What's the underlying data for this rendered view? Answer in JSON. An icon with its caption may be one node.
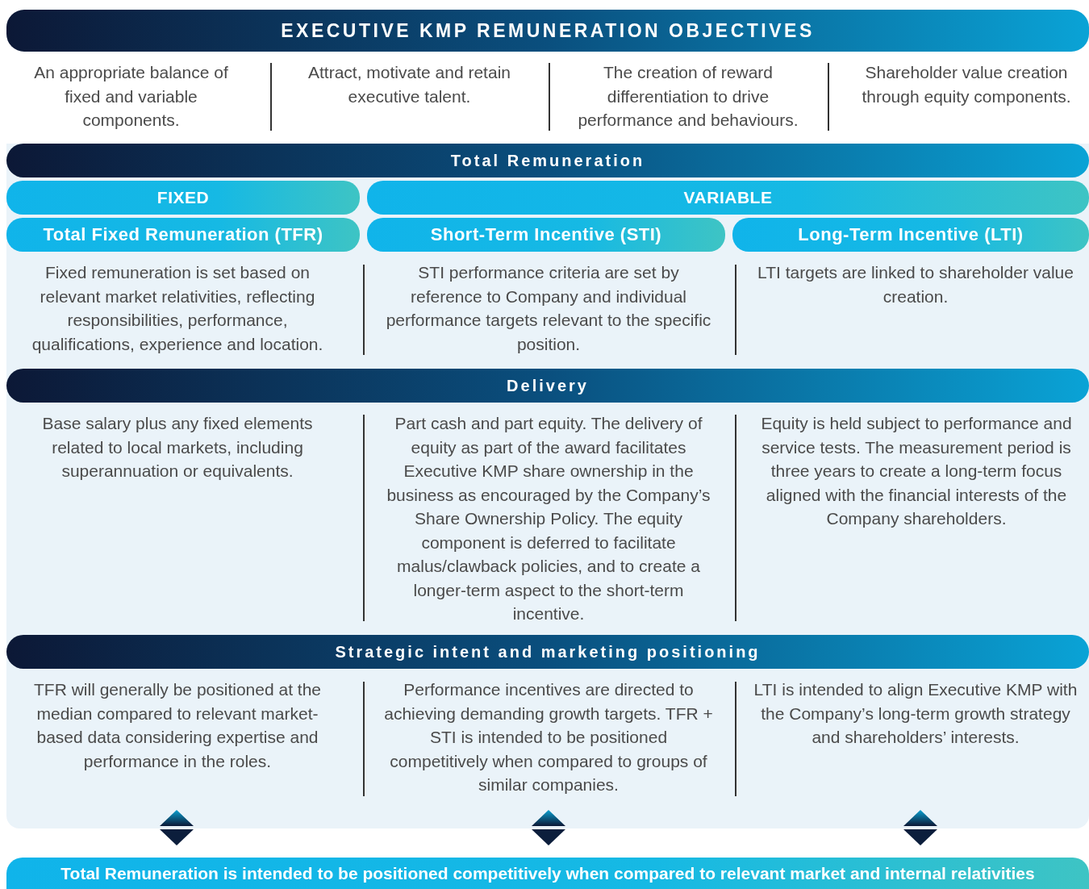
{
  "diagram": {
    "title": "EXECUTIVE KMP REMUNERATION OBJECTIVES",
    "nodes": [
      {
        "text": [
          "Total Remuneration"
        ]
      },
      {
        "text": [
          "FIXED"
        ]
      },
      {
        "text": [
          "VARIABLE"
        ]
      },
      {
        "text": [
          "Total Fixed Remuneration (TFR)"
        ]
      },
      {
        "text": [
          "Short-Term Incentive (STI)"
        ]
      },
      {
        "text": [
          "Long-Term Incentive (LTI)"
        ]
      },
      {
        "text": [
          "Delivery"
        ]
      },
      {
        "text": [
          "Strategic intent and marketing positioning"
        ]
      },
      {
        "text": [
          "Total Remuneration is intended to be positioned competitively when compared to relevant market and internal relativities"
        ]
      }
    ],
    "edges": [],
    "labels": [
      "An appropriate balance of fixed and variable components.",
      "Attract, motivate and retain executive talent.",
      "The creation of reward differentiation to drive performance and behaviours.",
      "Shareholder value creation through equity components.",
      "Fixed remuneration is set based on relevant market relativities, reflecting responsibilities, performance, qualifications, experience and location.",
      "STI performance criteria are set by reference to Company and individual performance targets relevant to the specific position.",
      "LTI targets are linked to shareholder value creation.",
      "Base salary plus any fixed elements related to local markets, including superannuation or equivalents.",
      "Part cash and part equity. The delivery of equity as part of the award facilitates Executive KMP share ownership in the business as encouraged by the Company’s Share Ownership Policy. The equity component is deferred to facilitate malus/clawback policies, and to create a longer-term aspect to the short-term incentive.",
      "Equity is held subject to performance and service tests. The measurement period is three years to create a long-term focus aligned with the financial interests of the Company shareholders.",
      "TFR will generally be positioned at the median compared to relevant market-based data considering expertise and performance in the roles.",
      "Performance incentives are directed to achieving demanding growth targets. TFR + STI is intended to be positioned competitively when compared to groups of similar companies.",
      "LTI is intended to align Executive KMP with the Company’s long-term growth strategy and shareholders’ interests."
    ]
  }
}
